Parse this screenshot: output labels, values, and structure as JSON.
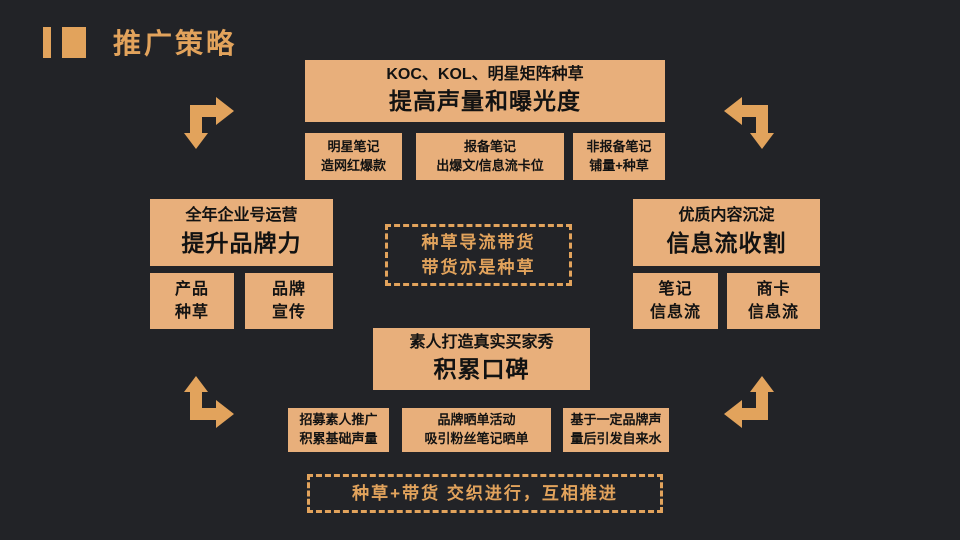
{
  "slide": {
    "title": "推广策略",
    "colors": {
      "background": "#222327",
      "box_fill": "#e8af7b",
      "accent_orange": "#e2a35c",
      "box_text": "#121212"
    }
  },
  "top_flow": {
    "header": {
      "line1": "KOC、KOL、明星矩阵种草",
      "line2": "提高声量和曝光度"
    },
    "items": [
      {
        "line1": "明星笔记",
        "line2": "造网红爆款"
      },
      {
        "line1": "报备笔记",
        "line2": "出爆文/信息流卡位"
      },
      {
        "line1": "非报备笔记",
        "line2": "铺量+种草"
      }
    ]
  },
  "left_flow": {
    "header": {
      "line1": "全年企业号运营",
      "line2": "提升品牌力"
    },
    "items": [
      {
        "line1": "产品",
        "line2": "种草"
      },
      {
        "line1": "品牌",
        "line2": "宣传"
      }
    ]
  },
  "right_flow": {
    "header": {
      "line1": "优质内容沉淀",
      "line2": "信息流收割"
    },
    "items": [
      {
        "line1": "笔记",
        "line2": "信息流"
      },
      {
        "line1": "商卡",
        "line2": "信息流"
      }
    ]
  },
  "bottom_flow": {
    "header": {
      "line1": "素人打造真实买家秀",
      "line2": "积累口碑"
    },
    "items": [
      {
        "line1": "招募素人推广",
        "line2": "积累基础声量"
      },
      {
        "line1": "品牌晒单活动",
        "line2": "吸引粉丝笔记晒单"
      },
      {
        "line1": "基于一定品牌声",
        "line2": "量后引发自来水"
      }
    ]
  },
  "center_note": {
    "line1": "种草导流带货",
    "line2": "带货亦是种草"
  },
  "footer_note": {
    "line1": "种草+带货 交织进行，互相推进"
  },
  "icons": {
    "top_left_arrow": "elbow-arrow-right-and-down",
    "top_right_arrow": "elbow-arrow-left-and-down",
    "bottom_left_arrow": "elbow-arrow-up-and-right",
    "bottom_right_arrow": "elbow-arrow-up-and-left"
  }
}
